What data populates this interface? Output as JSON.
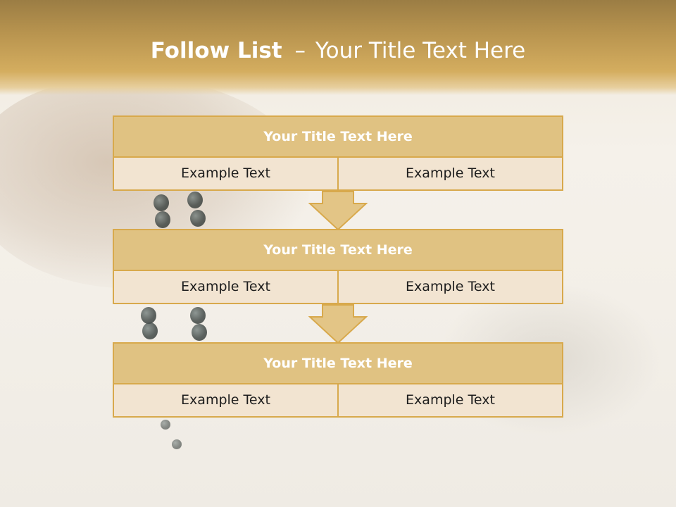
{
  "title": {
    "bold": "Follow List",
    "separator": "–",
    "rest": "Your Title Text Here"
  },
  "blocks": [
    {
      "title": "Your Title Text Here",
      "cells": [
        "Example Text",
        "Example Text"
      ]
    },
    {
      "title": "Your Title Text Here",
      "cells": [
        "Example Text",
        "Example Text"
      ]
    },
    {
      "title": "Your Title Text Here",
      "cells": [
        "Example Text",
        "Example Text"
      ]
    }
  ],
  "colors": {
    "accent": "#d8a94c",
    "title_fill": "#e0c282",
    "cell_fill": "#f2e4d1",
    "arrow_fill": "#e3c586"
  }
}
